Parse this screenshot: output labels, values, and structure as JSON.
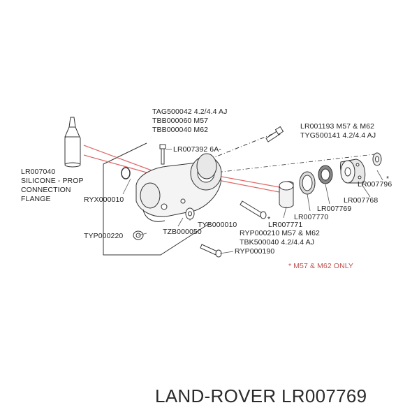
{
  "labels": {
    "tag500042": "TAG500042 4.2/4.4 AJ",
    "tbb000060": "TBB000060 M57",
    "tbb000040": "TBB000040 M62",
    "lr001193": "LR001193 M57 & M62",
    "tyg500141": "TYG500141 4.2/4.4 AJ",
    "lr007392": "LR007392 6A-",
    "lr007040": "LR007040",
    "silicone": "SILICONE - PROP",
    "connection": "CONNECTION",
    "flange": "FLANGE",
    "ryx000010": "RYX000010",
    "lr007796": "LR007796",
    "lr007768": "LR007768",
    "lr007769": "LR007769",
    "lr007770": "LR007770",
    "lr007771": "LR007771",
    "tyb000010": "TYB000010",
    "tzb000050": "TZB000050",
    "typ000220": "TYP000220",
    "ryp000210": "RYP000210 M57 & M62",
    "tbk500040": "TBK500040 4.2/4.4 AJ",
    "ryp000190": "RYP000190",
    "note": "* M57 & M62 ONLY"
  },
  "asterisks": {
    "a1": "*",
    "a2": "*"
  },
  "brand": "LAND-ROVER LR007769",
  "colors": {
    "text": "#222222",
    "note": "#c0504d",
    "leader_red": "#e06666",
    "line": "#333333"
  }
}
